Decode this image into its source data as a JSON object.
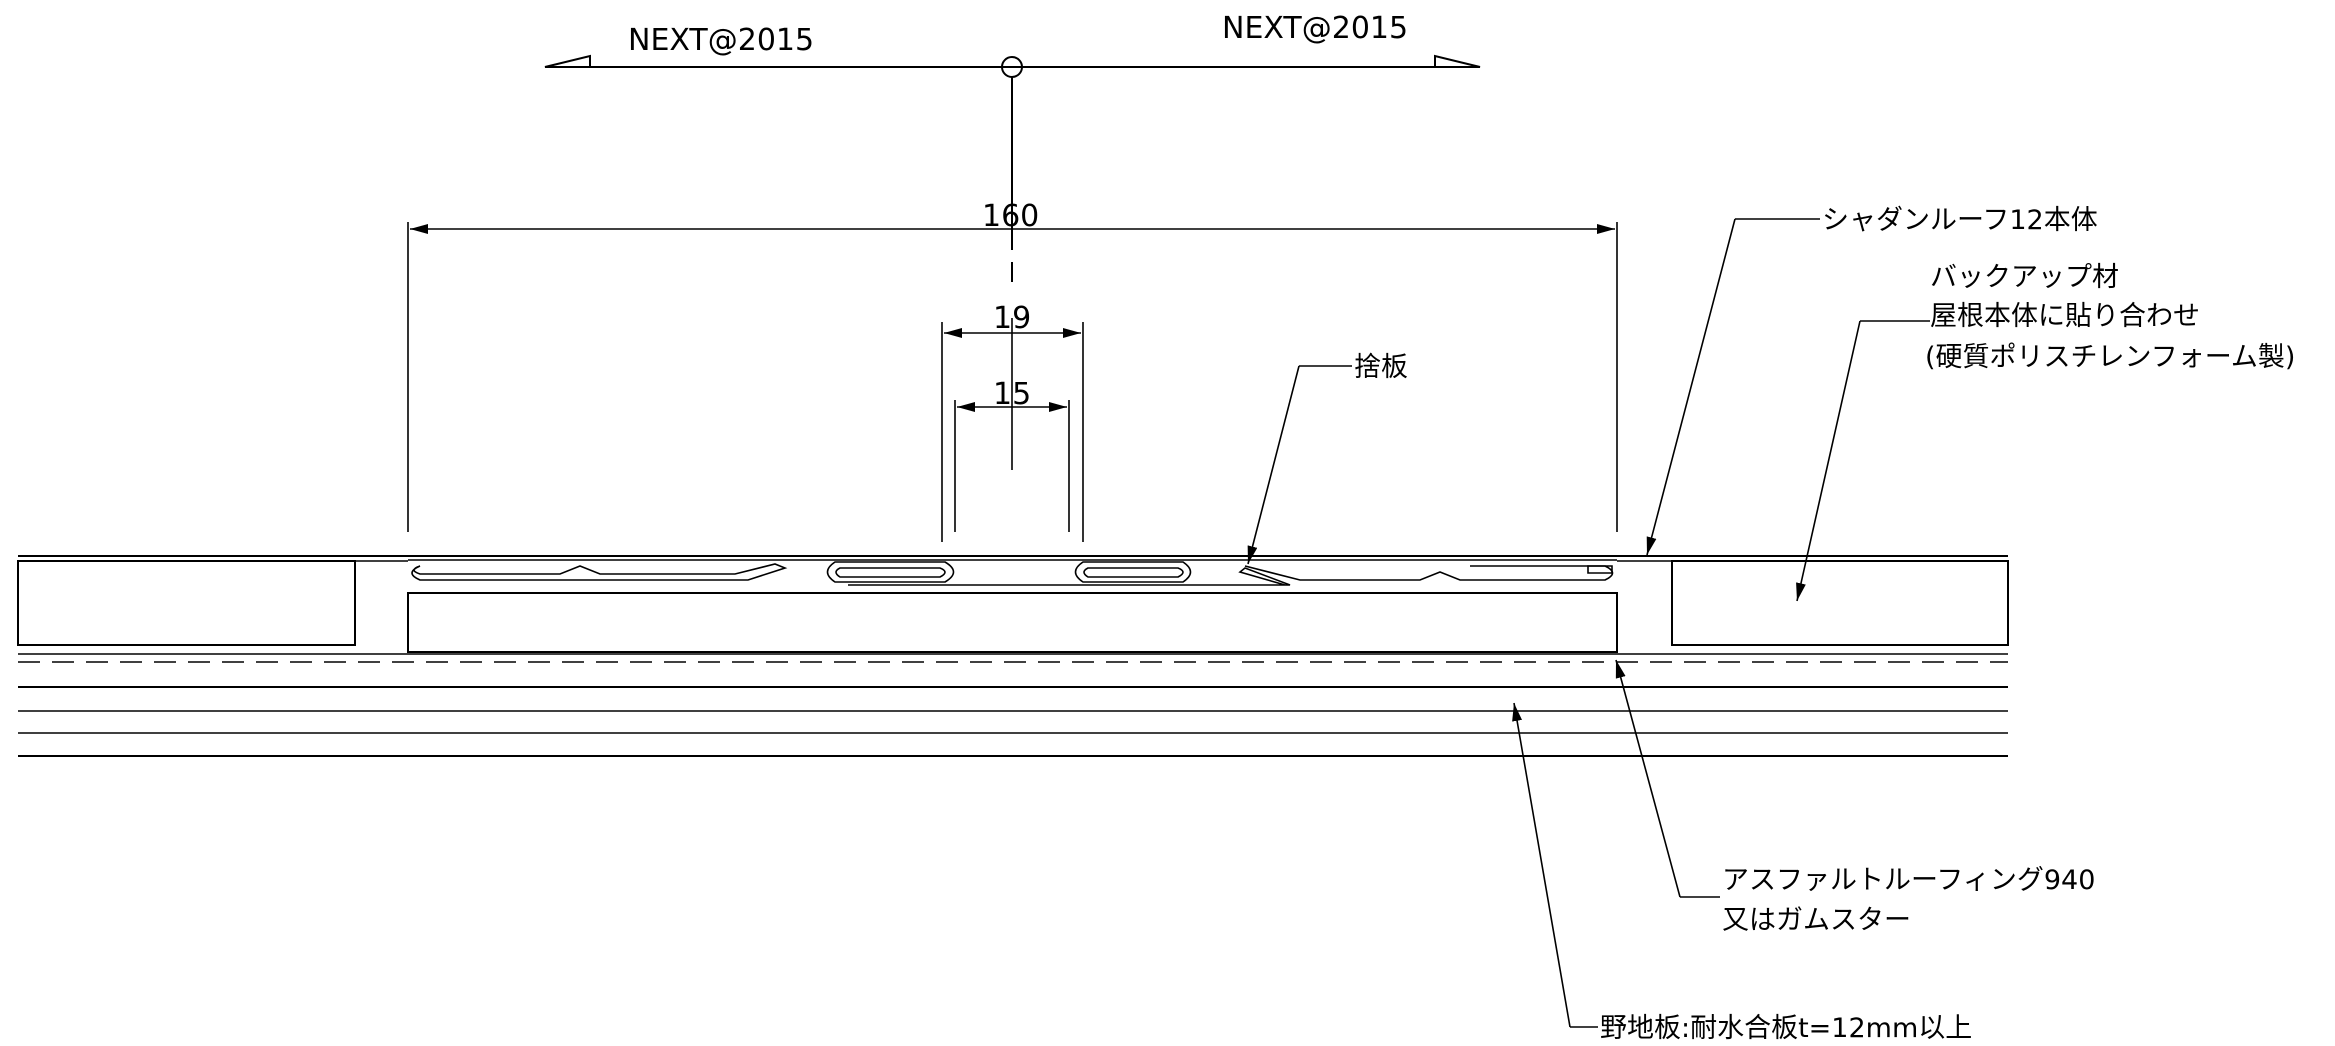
{
  "section_mark": {
    "left_label": "NEXT@2015",
    "right_label": "NEXT@2015"
  },
  "dimensions": {
    "overall": "160",
    "outer": "19",
    "inner": "15"
  },
  "labels": {
    "roof_body": "シャダンルーフ12本体",
    "backup_line1": "バックアップ材",
    "backup_line2": "屋根本体に貼り合わせ",
    "backup_line3": "(硬質ポリスチレンフォーム製)",
    "sute_ita": "捨板",
    "roofing_line1": "アスファルトルーフィング940",
    "roofing_line2": "又はガムスター",
    "base_board": "野地板:耐水合板t=12mm以上"
  }
}
